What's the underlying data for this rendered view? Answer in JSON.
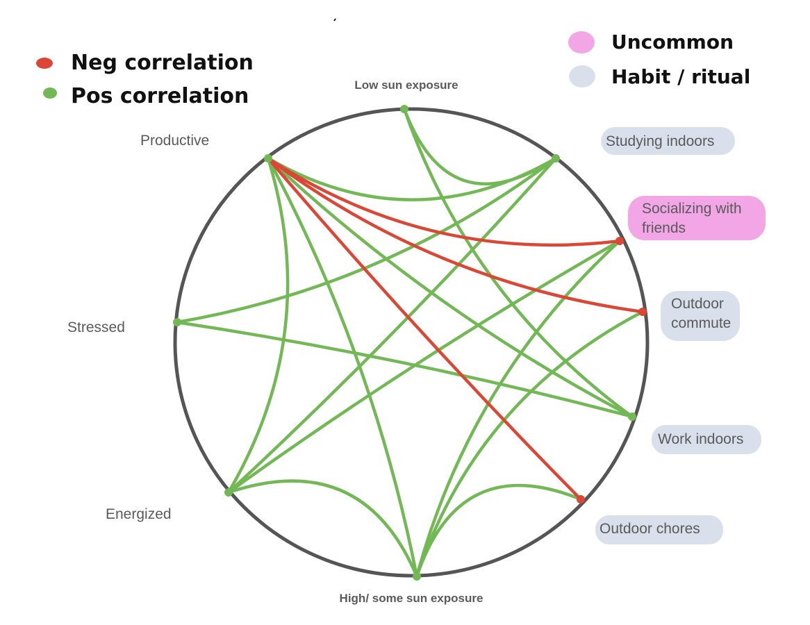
{
  "legend_correlation": {
    "items": [
      {
        "label": "Neg correlation",
        "color": "#dc4634"
      },
      {
        "label": "Pos correlation",
        "color": "#72b855"
      }
    ]
  },
  "legend_category": {
    "items": [
      {
        "label": "Uncommon",
        "color": "#f2a6e6"
      },
      {
        "label": "Habit / ritual",
        "color": "#d9e0ec"
      }
    ]
  },
  "circle": {
    "stroke": "#555555"
  },
  "nodes": [
    {
      "id": "low_sun",
      "label": "Low sun exposure",
      "style": "axis"
    },
    {
      "id": "studying",
      "label": "Studying indoors",
      "style": "habit"
    },
    {
      "id": "socializing",
      "label": "Socializing with friends",
      "label_lines": [
        "Socializing with",
        "friends"
      ],
      "style": "uncommon"
    },
    {
      "id": "commute",
      "label": "Outdoor commute",
      "label_lines": [
        "Outdoor",
        "commute"
      ],
      "style": "habit"
    },
    {
      "id": "work",
      "label": "Work indoors",
      "style": "habit"
    },
    {
      "id": "chores",
      "label": "Outdoor chores",
      "style": "habit"
    },
    {
      "id": "high_sun",
      "label": "High/ some sun exposure",
      "style": "axis"
    },
    {
      "id": "energized",
      "label": "Energized",
      "style": "mood"
    },
    {
      "id": "stressed",
      "label": "Stressed",
      "style": "mood"
    },
    {
      "id": "productive",
      "label": "Productive",
      "style": "mood"
    }
  ],
  "edges": [
    {
      "from": "productive",
      "to": "socializing",
      "type": "neg"
    },
    {
      "from": "productive",
      "to": "commute",
      "type": "neg"
    },
    {
      "from": "productive",
      "to": "chores",
      "type": "neg"
    },
    {
      "from": "productive",
      "to": "studying",
      "type": "pos"
    },
    {
      "from": "productive",
      "to": "work",
      "type": "pos"
    },
    {
      "from": "productive",
      "to": "energized",
      "type": "pos"
    },
    {
      "from": "productive",
      "to": "high_sun",
      "type": "pos"
    },
    {
      "from": "low_sun",
      "to": "studying",
      "type": "pos"
    },
    {
      "from": "low_sun",
      "to": "work",
      "type": "pos"
    },
    {
      "from": "studying",
      "to": "stressed",
      "type": "pos"
    },
    {
      "from": "studying",
      "to": "energized",
      "type": "pos"
    },
    {
      "from": "socializing",
      "to": "energized",
      "type": "pos"
    },
    {
      "from": "socializing",
      "to": "high_sun",
      "type": "pos"
    },
    {
      "from": "commute",
      "to": "high_sun",
      "type": "pos"
    },
    {
      "from": "stressed",
      "to": "work",
      "type": "pos"
    },
    {
      "from": "energized",
      "to": "high_sun",
      "type": "pos"
    },
    {
      "from": "chores",
      "to": "high_sun",
      "type": "pos"
    }
  ]
}
